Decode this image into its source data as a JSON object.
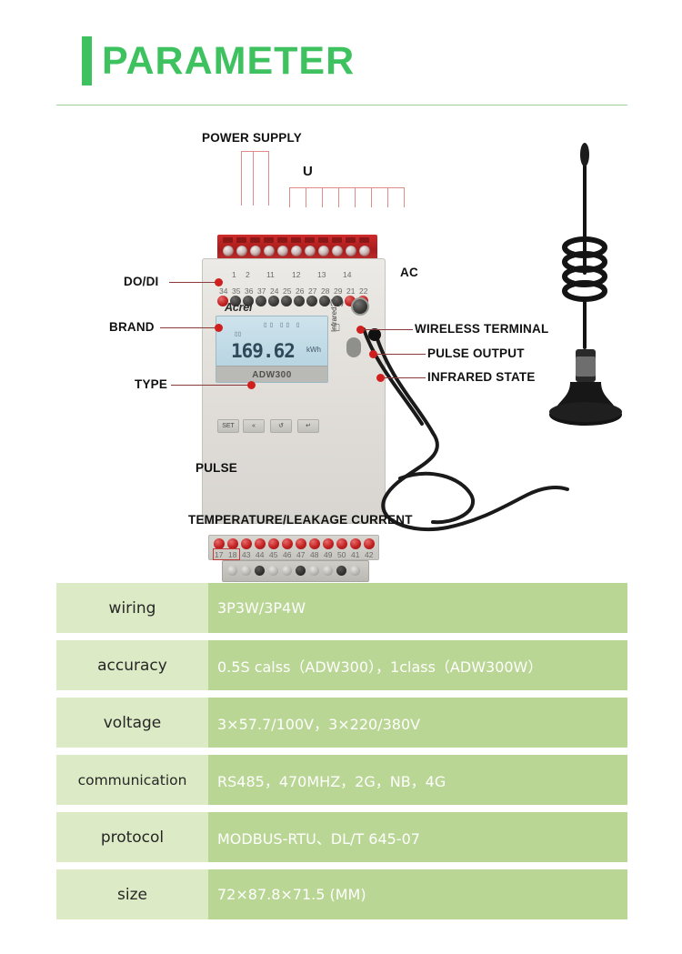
{
  "header": {
    "title": "PARAMETER",
    "accent_color": "#3dc25f"
  },
  "diagram": {
    "callouts": {
      "power_supply": "POWER SUPPLY",
      "u": "U",
      "ac": "AC",
      "do_di": "DO/DI",
      "brand": "BRAND",
      "type": "TYPE",
      "pulse": "PULSE",
      "wireless_terminal": "WIRELESS TERMINAL",
      "pulse_output": "PULSE OUTPUT",
      "infrared_state": "INFRARED STATE",
      "temperature_leakage": "TEMPERATURE/LEAKAGE CURRENT"
    },
    "device": {
      "brand_text": "Acrel",
      "model_text": "ADW300",
      "lcd_value": "169.62",
      "lcd_unit": "kWh",
      "lcd_top_icons": "▯▯ ▯▯ ▯",
      "lcd_sub_icon": "▯▯",
      "infrared_label": "Infrared",
      "buttons": [
        "SET",
        "«",
        "↺",
        "↵"
      ],
      "terminal_row_top": [
        "1",
        "2",
        "11",
        "12",
        "13",
        "14"
      ],
      "terminal_row_second": [
        "34",
        "35",
        "36",
        "37",
        "24",
        "25",
        "26",
        "27",
        "28",
        "29",
        "21",
        "22"
      ],
      "terminal_row_bottom": [
        "17",
        "18",
        "43",
        "44",
        "45",
        "46",
        "47",
        "48",
        "49",
        "50",
        "41",
        "42"
      ]
    }
  },
  "spec_table": {
    "rows": [
      {
        "label": "wiring",
        "value": "3P3W/3P4W"
      },
      {
        "label": "accuracy",
        "value": "0.5S calss（ADW300），1class（ADW300W）"
      },
      {
        "label": "voltage",
        "value": "3×57.7/100V，3×220/380V"
      },
      {
        "label": "communication",
        "value": "RS485，470MHZ，2G，NB，4G"
      },
      {
        "label": "protocol",
        "value": "MODBUS-RTU、DL/T 645-07"
      },
      {
        "label": "size",
        "value": "72×87.8×71.5 (MM)"
      }
    ],
    "label_bg": "#dcebc6",
    "value_bg": "#b9d694"
  }
}
